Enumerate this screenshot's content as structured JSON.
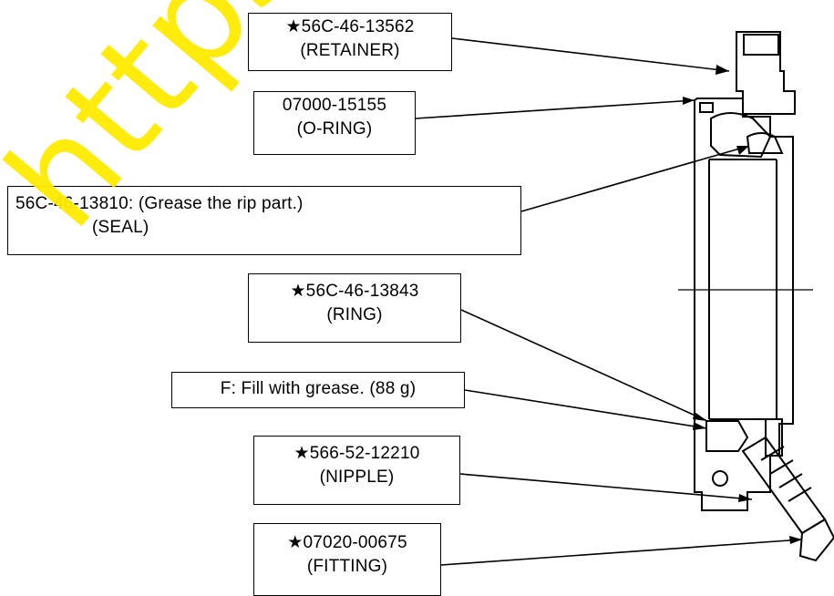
{
  "callouts": [
    {
      "id": "retainer",
      "part_number": "★56C-46-13562",
      "name": "(RETAINER)"
    },
    {
      "id": "o-ring",
      "part_number": "07000-15155",
      "name": "(O-RING)"
    },
    {
      "id": "seal",
      "part_number": "56C-46-13810:  (Grease the rip part.)",
      "name": "(SEAL)"
    },
    {
      "id": "ring",
      "part_number": "★56C-46-13843",
      "name": "(RING)"
    },
    {
      "id": "grease-fill",
      "part_number": "F:  Fill with grease.  (88 g)",
      "name": ""
    },
    {
      "id": "nipple",
      "part_number": "★566-52-12210",
      "name": "(NIPPLE)"
    },
    {
      "id": "fitting",
      "part_number": "★07020-00675",
      "name": "(FITTING)"
    }
  ],
  "watermark": "https://hese",
  "colors": {
    "line": "#000000",
    "watermark": "#ffea00",
    "background": "#ffffff"
  }
}
